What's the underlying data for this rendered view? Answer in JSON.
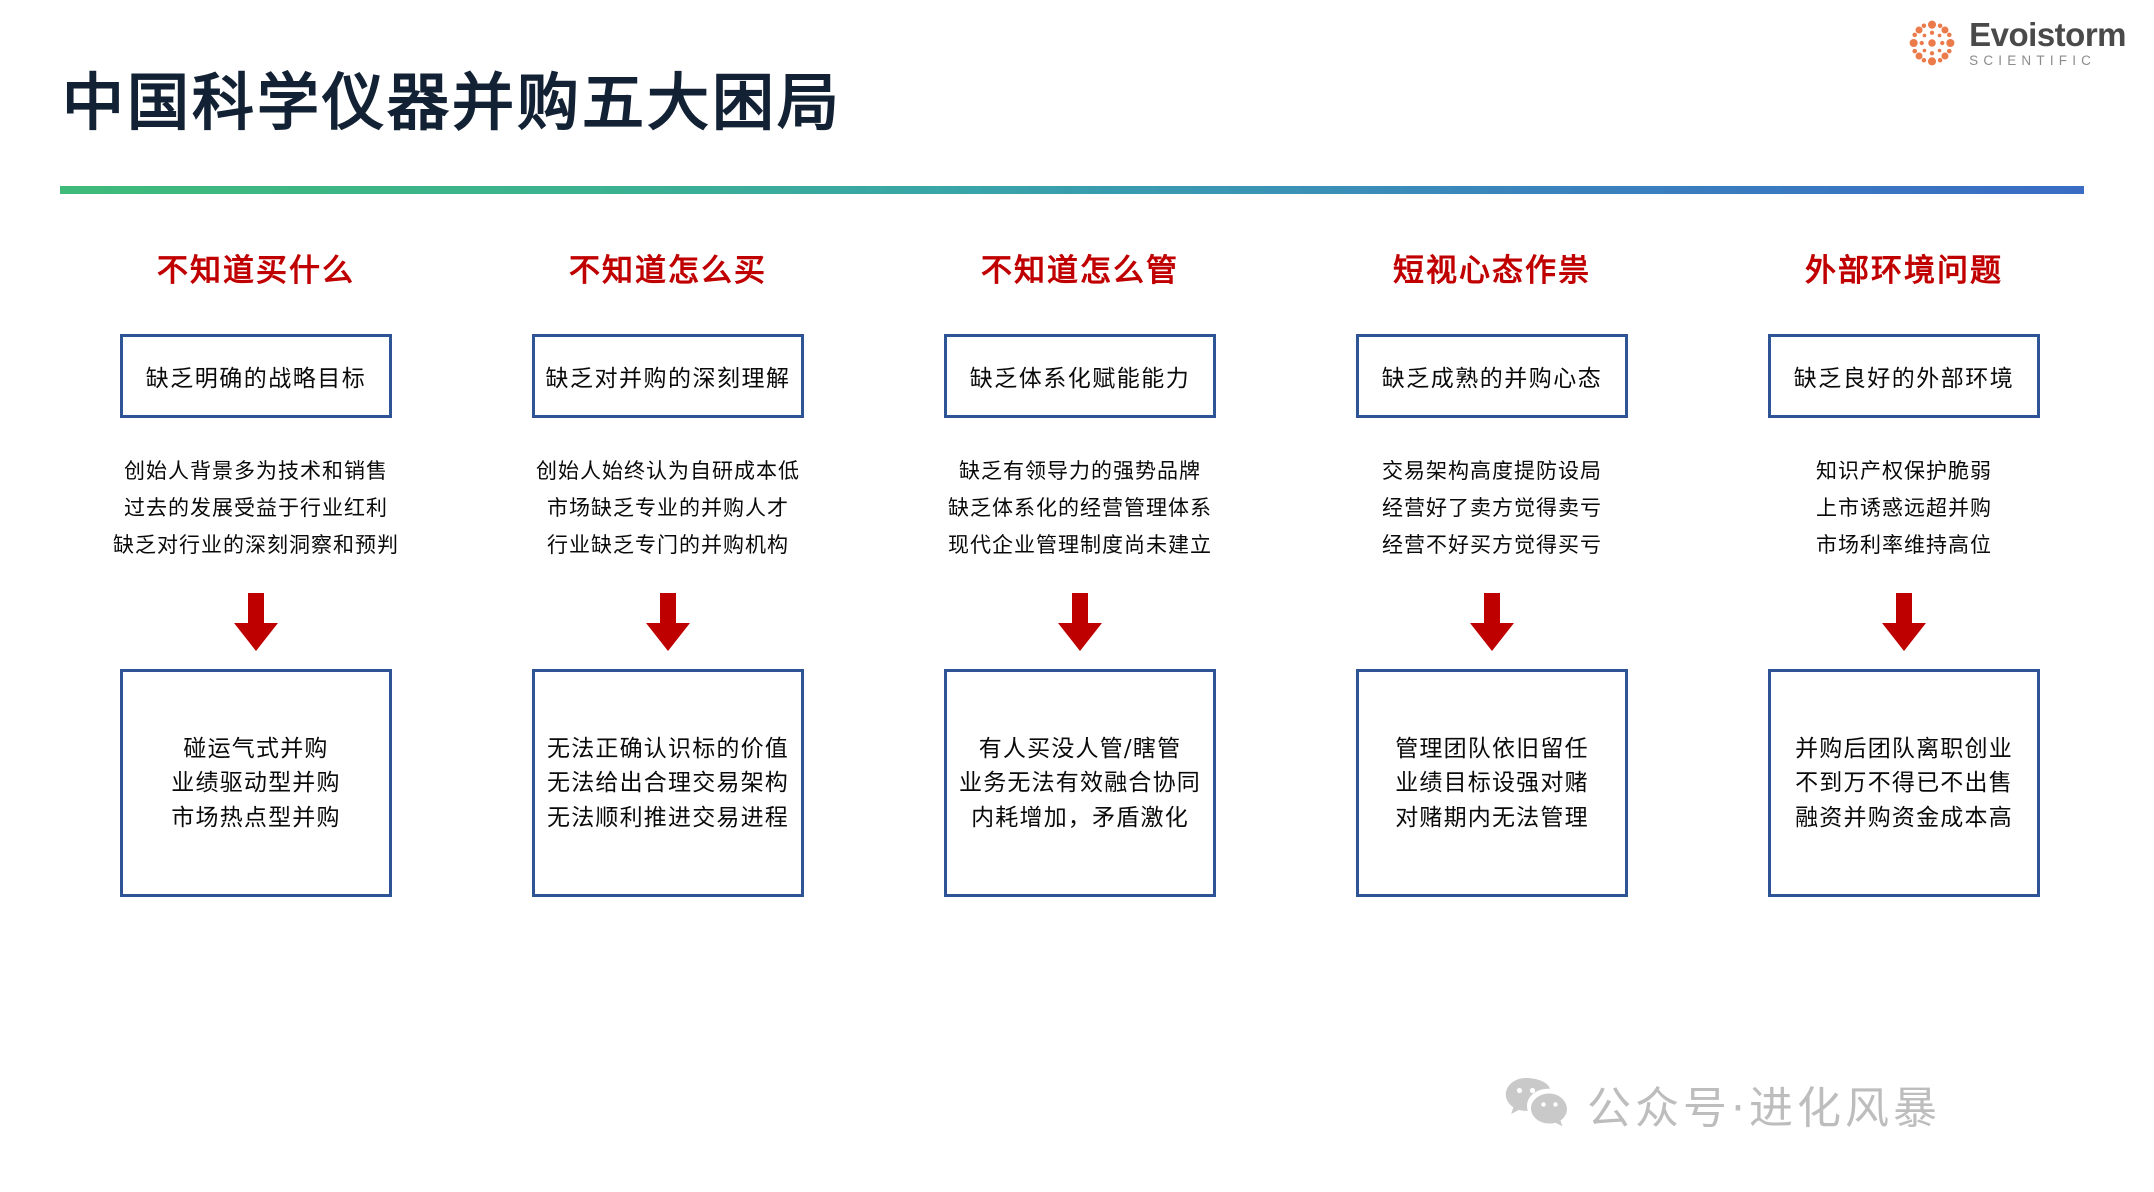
{
  "brand": {
    "logo_word": "Evoistorm",
    "logo_sub": "SCIENTIFIC",
    "logo_color": "#EC7B4B",
    "logo_word_color": "#4a4a4a"
  },
  "header": {
    "title": "中国科学仪器并购五大困局",
    "title_color": "#122133",
    "rule_from": "#3fba79",
    "rule_to": "#3a6cc4"
  },
  "theme": {
    "heading_red": "#C00000",
    "box_border_blue": "#2E5496",
    "arrow_red": "#BE0000"
  },
  "columns": [
    {
      "heading": "不知道买什么",
      "problem": "缺乏明确的战略目标",
      "bullets": [
        "创始人背景多为技术和销售",
        "过去的发展受益于行业红利",
        "缺乏对行业的深刻洞察和预判"
      ],
      "outcomes": [
        "碰运气式并购",
        "业绩驱动型并购",
        "市场热点型并购"
      ]
    },
    {
      "heading": "不知道怎么买",
      "problem": "缺乏对并购的深刻理解",
      "bullets": [
        "创始人始终认为自研成本低",
        "市场缺乏专业的并购人才",
        "行业缺乏专门的并购机构"
      ],
      "outcomes": [
        "无法正确认识标的价值",
        "无法给出合理交易架构",
        "无法顺利推进交易进程"
      ]
    },
    {
      "heading": "不知道怎么管",
      "problem": "缺乏体系化赋能能力",
      "bullets": [
        "缺乏有领导力的强势品牌",
        "缺乏体系化的经营管理体系",
        "现代企业管理制度尚未建立"
      ],
      "outcomes": [
        "有人买没人管/瞎管",
        "业务无法有效融合协同",
        "内耗增加，矛盾激化"
      ]
    },
    {
      "heading": "短视心态作祟",
      "problem": "缺乏成熟的并购心态",
      "bullets": [
        "交易架构高度提防设局",
        "经营好了卖方觉得卖亏",
        "经营不好买方觉得买亏"
      ],
      "outcomes": [
        "管理团队依旧留任",
        "业绩目标设强对赌",
        "对赌期内无法管理"
      ]
    },
    {
      "heading": "外部环境问题",
      "problem": "缺乏良好的外部环境",
      "bullets": [
        "知识产权保护脆弱",
        "上市诱惑远超并购",
        "市场利率维持高位"
      ],
      "outcomes": [
        "并购后团队离职创业",
        "不到万不得已不出售",
        "融资并购资金成本高"
      ]
    }
  ],
  "watermark": {
    "text": "公众号·进化风暴",
    "color": "#bdbdbd"
  }
}
